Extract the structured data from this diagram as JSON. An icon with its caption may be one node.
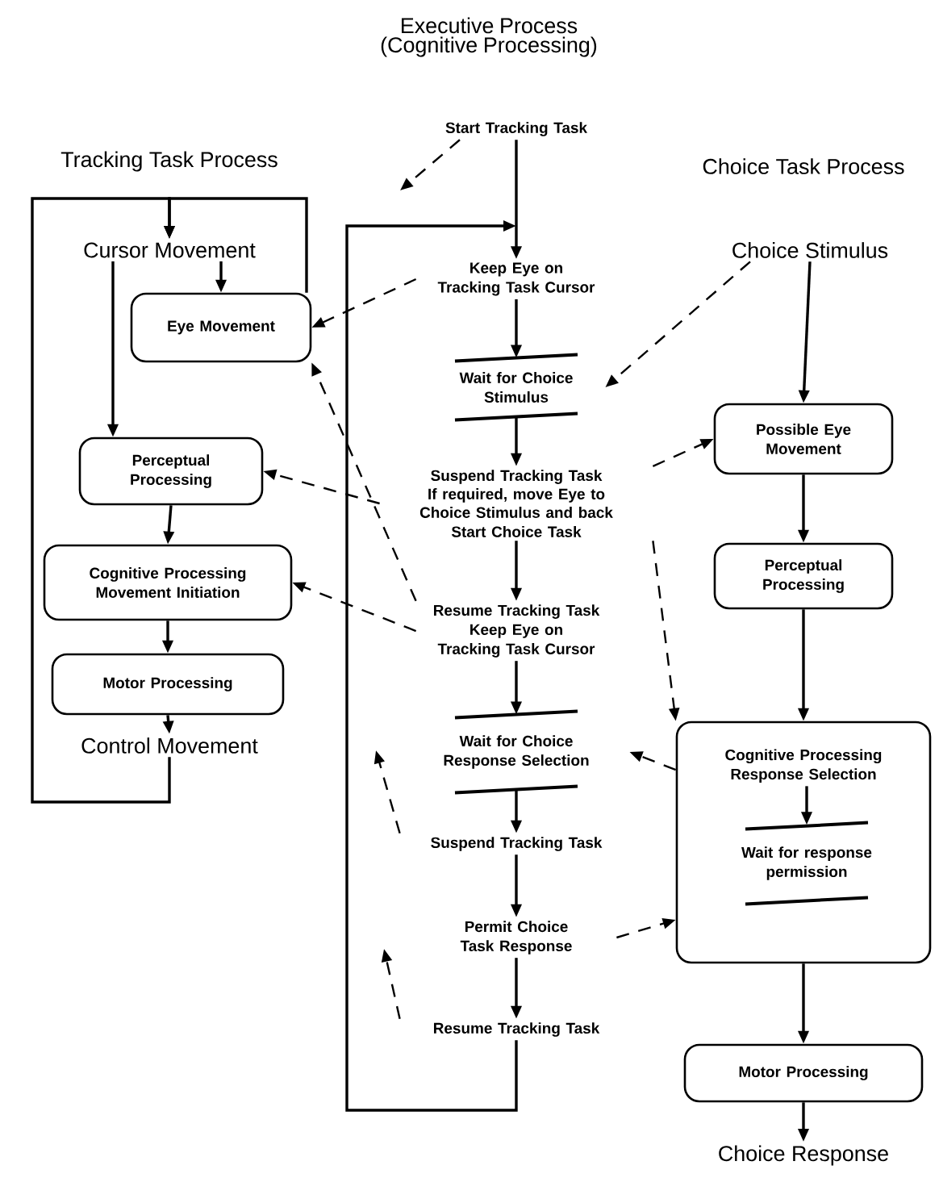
{
  "diagram": {
    "title": "Executive Process (Cognitive Processing)",
    "nodes": [
      {
        "text": [
          "Cursor Movement"
        ]
      },
      {
        "text": [
          "Eye Movement"
        ]
      },
      {
        "text": [
          "Perceptual Processing"
        ]
      },
      {
        "text": [
          "Cognitive Processing Movement Initiation"
        ]
      },
      {
        "text": [
          "Motor Processing"
        ]
      },
      {
        "text": [
          "Control Movement"
        ]
      },
      {
        "text": [
          "Start Tracking Task"
        ]
      },
      {
        "text": [
          "Keep Eye on Tracking Task Cursor"
        ]
      },
      {
        "text": [
          "Wait for Choice Stimulus"
        ]
      },
      {
        "text": [
          "Suspend Tracking Task",
          "If required, move Eye to Choice Stimulus and back",
          "Start Choice Task"
        ]
      },
      {
        "text": [
          "Resume Tracking Task",
          "Keep Eye on Tracking Task Cursor"
        ]
      },
      {
        "text": [
          "Wait for Choice Response Selection"
        ]
      },
      {
        "text": [
          "Suspend Tracking Task"
        ]
      },
      {
        "text": [
          "Permit Choice Task Response"
        ]
      },
      {
        "text": [
          "Resume Tracking Task"
        ]
      },
      {
        "text": [
          "Choice Stimulus"
        ]
      },
      {
        "text": [
          "Possible Eye Movement"
        ]
      },
      {
        "text": [
          "Perceptual Processing"
        ]
      },
      {
        "text": [
          "Cognitive Processing Response Selection"
        ]
      },
      {
        "text": [
          "Wait for response permission"
        ],
        "in": 18
      },
      {
        "text": [
          "Motor Processing"
        ]
      },
      {
        "text": [
          "Choice Response"
        ]
      }
    ],
    "edges": [
      {
        "from": 0,
        "to": 1,
        "arrow": "to"
      },
      {
        "from": 0,
        "to": 2,
        "arrow": "to"
      },
      {
        "from": 2,
        "to": 3,
        "arrow": "to"
      },
      {
        "from": 3,
        "to": 4,
        "arrow": "to"
      },
      {
        "from": 4,
        "to": 5,
        "arrow": "to"
      },
      {
        "from": 5,
        "to": 0,
        "arrow": "to"
      },
      {
        "from": 1,
        "to": 0,
        "arrow": "to"
      },
      {
        "from": 6,
        "to": 7,
        "arrow": "to"
      },
      {
        "from": 7,
        "to": 8,
        "arrow": "to"
      },
      {
        "from": 8,
        "to": 9,
        "arrow": "to"
      },
      {
        "from": 9,
        "to": 10,
        "arrow": "to"
      },
      {
        "from": 10,
        "to": 11,
        "arrow": "to"
      },
      {
        "from": 11,
        "to": 12,
        "arrow": "to"
      },
      {
        "from": 12,
        "to": 13,
        "arrow": "to"
      },
      {
        "from": 13,
        "to": 14,
        "arrow": "to"
      },
      {
        "from": 14,
        "to": 7,
        "arrow": "to"
      },
      {
        "from": 6,
        "to": null,
        "arrow": "to",
        "style": "dashed"
      },
      {
        "from": 7,
        "to": 1,
        "arrow": "to",
        "style": "dashed"
      },
      {
        "from": 15,
        "to": 8,
        "arrow": "to",
        "style": "dashed"
      },
      {
        "from": 9,
        "to": 16,
        "arrow": "to",
        "style": "dashed"
      },
      {
        "from": 9,
        "to": 2,
        "arrow": "to",
        "style": "dashed"
      },
      {
        "from": 10,
        "to": 1,
        "arrow": "to",
        "style": "dashed"
      },
      {
        "from": 10,
        "to": 3,
        "arrow": "to",
        "style": "dashed"
      },
      {
        "from": 9,
        "to": 18,
        "arrow": "to",
        "style": "dashed"
      },
      {
        "from": 18,
        "to": 11,
        "arrow": "to",
        "style": "dashed"
      },
      {
        "from": 12,
        "to": null,
        "arrow": "to",
        "style": "dashed"
      },
      {
        "from": 13,
        "to": 18,
        "arrow": "to",
        "style": "dashed"
      },
      {
        "from": 14,
        "to": null,
        "arrow": "to",
        "style": "dashed"
      },
      {
        "from": 15,
        "to": 16,
        "arrow": "to"
      },
      {
        "from": 16,
        "to": 17,
        "arrow": "to"
      },
      {
        "from": 17,
        "to": 18,
        "arrow": "to"
      },
      {
        "from": 18,
        "to": 20,
        "arrow": "to"
      },
      {
        "from": 20,
        "to": 21,
        "arrow": "to"
      }
    ],
    "labels": [
      "Tracking Task Process",
      "Choice Task Process"
    ]
  }
}
